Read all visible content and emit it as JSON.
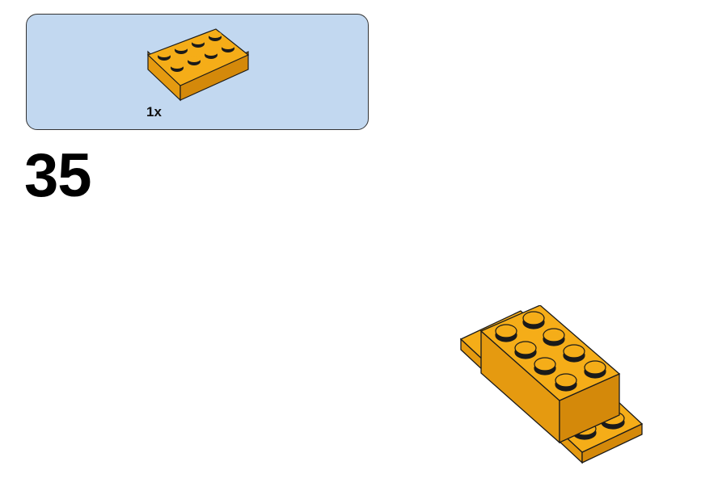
{
  "step": {
    "number": "35"
  },
  "parts_list": {
    "items": [
      {
        "part": "brick 2x4",
        "color": "#f2a40f",
        "quantity_label": "1x"
      }
    ]
  },
  "colors": {
    "callout_background": "#c2d8f0",
    "brick_top": "#f5ad18",
    "brick_front": "#e59a10",
    "brick_side": "#d4890a",
    "outline": "#1a1a1a"
  }
}
